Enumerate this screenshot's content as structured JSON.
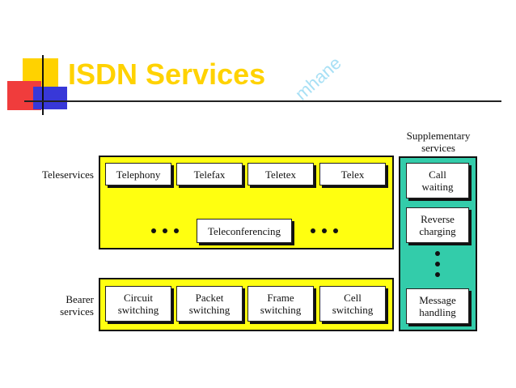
{
  "slide": {
    "title": "ISDN Services",
    "watermark": "mhane"
  },
  "diagram": {
    "teleservices_label": "Teleservices",
    "bearer_label": [
      "Bearer",
      "services"
    ],
    "supplementary_label": [
      "Supplementary",
      "services"
    ],
    "teleservices": [
      "Telephony",
      "Telefax",
      "Teletex",
      "Telex"
    ],
    "teleconferencing": "Teleconferencing",
    "bearer_services": [
      [
        "Circuit",
        "switching"
      ],
      [
        "Packet",
        "switching"
      ],
      [
        "Frame",
        "switching"
      ],
      [
        "Cell",
        "switching"
      ]
    ],
    "supplementary_services": [
      [
        "Call",
        "waiting"
      ],
      [
        "Reverse",
        "charging"
      ],
      [
        "Message",
        "handling"
      ]
    ],
    "colors": {
      "frame_yellow": "#ffff10",
      "frame_green": "#33ccaa",
      "title_yellow": "#ffd200"
    }
  }
}
